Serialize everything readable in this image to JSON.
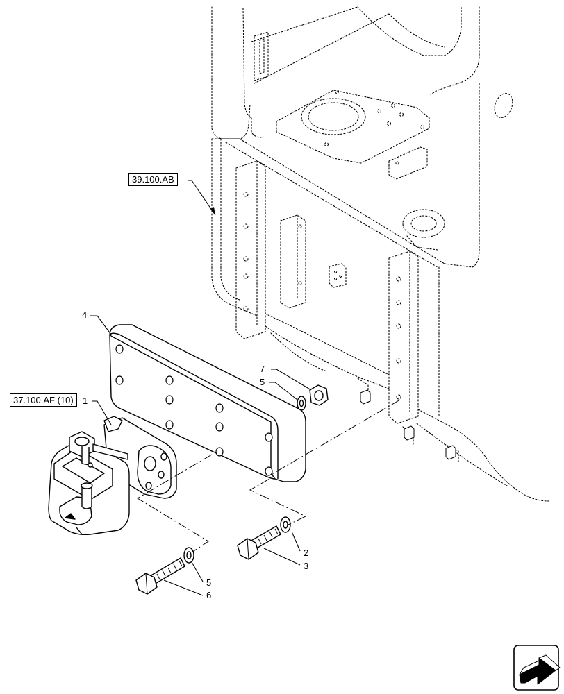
{
  "references": {
    "frame_ref": "39.100.AB",
    "hook_ref": "37.100.AF (10)"
  },
  "callouts": {
    "hook": "1",
    "washer_small": "2",
    "bolt_short": "3",
    "plate": "4",
    "washer_nut": "5",
    "washer_bolt": "5",
    "bolt_long": "6",
    "nut": "7"
  },
  "navigation": {
    "icon": "next-page-arrow-icon"
  }
}
